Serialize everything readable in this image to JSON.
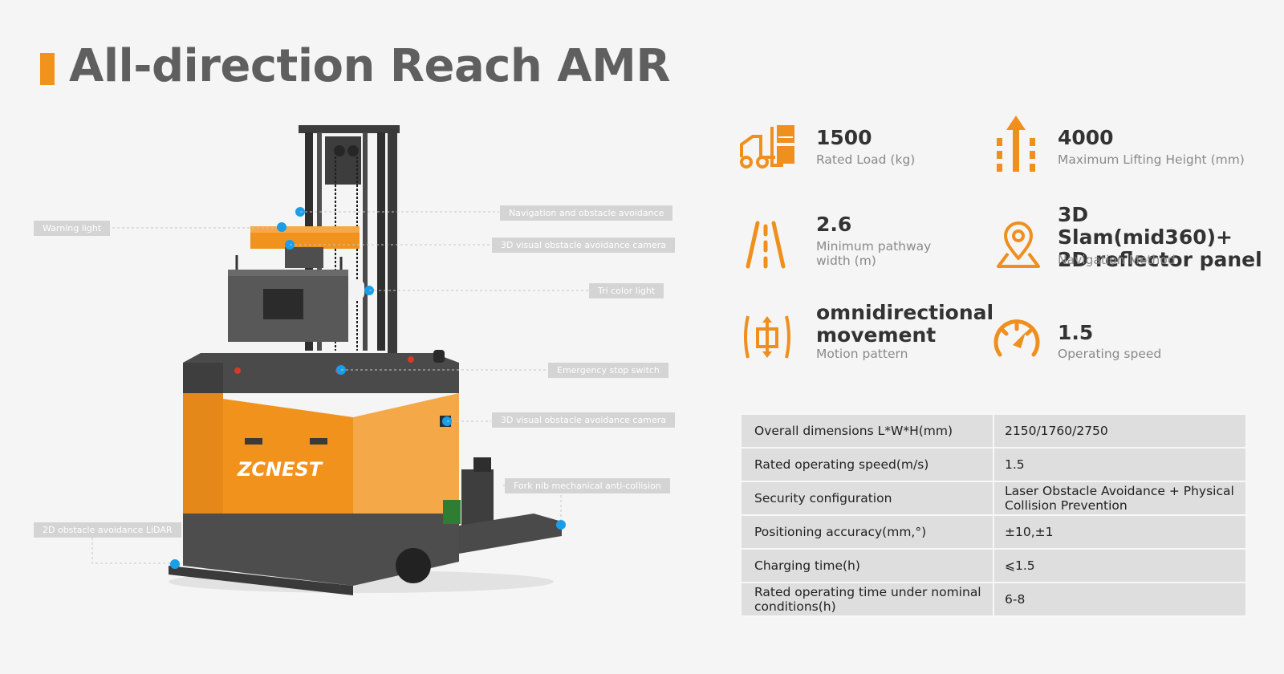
{
  "title": "All-direction Reach AMR",
  "brand_color": "#f0921c",
  "machine": {
    "brand_logo": "ZCNEST",
    "callouts": [
      "Warning light",
      "Navigation and obstacle avoidance",
      "3D visual obstacle avoidance camera",
      "Tri color light",
      "Emergency stop switch",
      "3D visual obstacle avoidance camera",
      "Fork nib mechanical anti-collision",
      "2D obstacle avoidance LiDAR"
    ]
  },
  "specs": [
    {
      "icon": "forklift-load-icon",
      "value": "1500",
      "label": "Rated Load (kg)"
    },
    {
      "icon": "lift-arrow-icon",
      "value": "4000",
      "label": "Maximum Lifting Height (mm)"
    },
    {
      "icon": "pathway-icon",
      "value": "2.6",
      "label": "Minimum pathway width (m)"
    },
    {
      "icon": "map-pin-icon",
      "value": "3D Slam(mid360)+ 2D reflector panel",
      "label": "Navigation Method"
    },
    {
      "icon": "omni-move-icon",
      "value": "omnidirectional movement",
      "label": "Motion pattern"
    },
    {
      "icon": "speedometer-icon",
      "value": "1.5",
      "label": "Operating speed"
    }
  ],
  "table": [
    [
      "Overall dimensions L*W*H(mm)",
      "2150/1760/2750"
    ],
    [
      "Rated operating speed(m/s)",
      "1.5"
    ],
    [
      "Security configuration",
      "Laser Obstacle Avoidance + Physical Collision Prevention"
    ],
    [
      "Positioning accuracy(mm,°)",
      "±10,±1"
    ],
    [
      "Charging time(h)",
      "⩽1.5"
    ],
    [
      "Rated operating time under nominal conditions(h)",
      "6-8"
    ]
  ]
}
